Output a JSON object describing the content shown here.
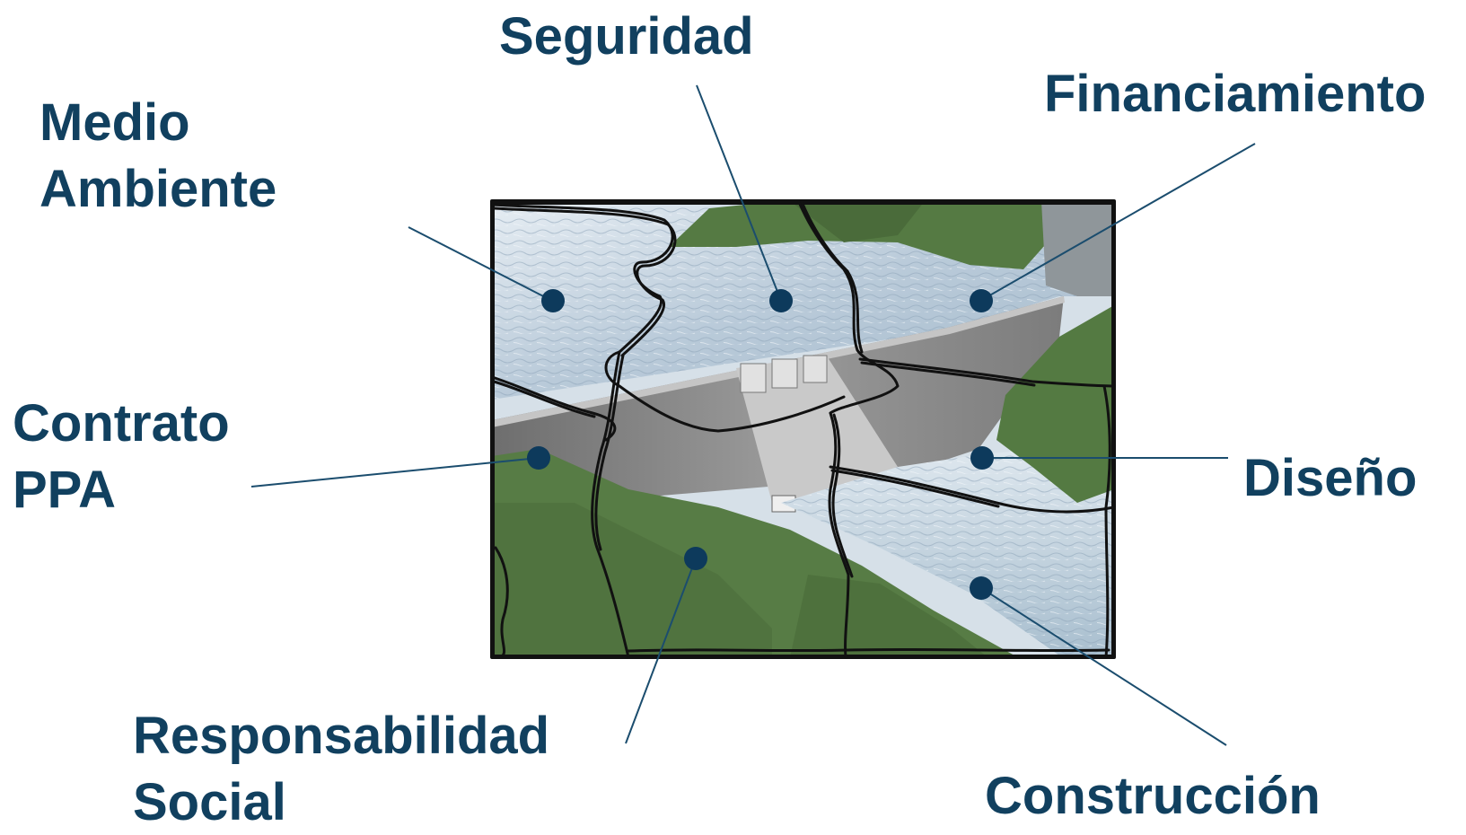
{
  "diagram": {
    "labels": {
      "seguridad": [
        "Seguridad"
      ],
      "financiamiento": [
        "Financiamiento"
      ],
      "medio_ambiente": [
        "Medio",
        "Ambiente"
      ],
      "contrato_ppa": [
        "Contrato",
        "PPA"
      ],
      "diseno": [
        "Diseño"
      ],
      "responsabilidad_social": [
        "Responsabilidad",
        "Social"
      ],
      "construccion": [
        "Construcción"
      ]
    },
    "colors": {
      "text": "#11405f",
      "marker": "#0d3a5c",
      "leader_line": "#1b4d6e",
      "water": "#b7c9d9",
      "terrain": "#4e6f3e",
      "dam": "#8e8e8e",
      "puzzle_outline": "#111111"
    }
  }
}
